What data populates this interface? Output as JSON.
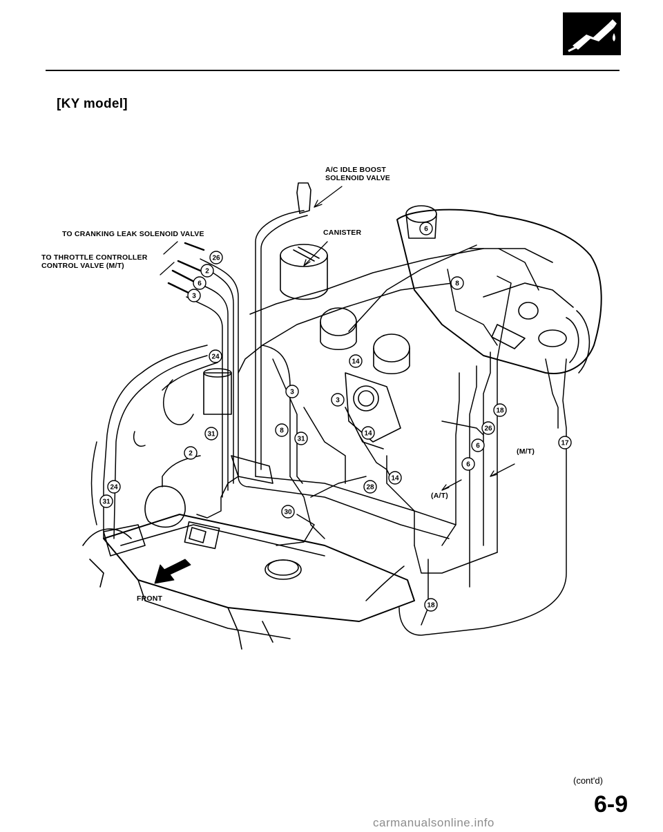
{
  "header": {
    "section_icon": "fuel-nozzle-icon",
    "model_title": "[KY model]"
  },
  "diagram": {
    "labels": {
      "ac_idle_boost_line1": "A/C IDLE BOOST",
      "ac_idle_boost_line2": "SOLENOID VALVE",
      "canister": "CANISTER",
      "cranking_leak": "TO CRANKING LEAK SOLENOID VALVE",
      "throttle_controller_line1": "TO THROTTLE CONTROLLER",
      "throttle_controller_line2": "CONTROL VALVE (M/T)",
      "mt": "(M/T)",
      "at": "(A/T)",
      "front": "FRONT"
    },
    "hose_numbers": [
      {
        "id": "26a",
        "n": "26"
      },
      {
        "id": "2a",
        "n": "2"
      },
      {
        "id": "6a",
        "n": "6"
      },
      {
        "id": "3a",
        "n": "3"
      },
      {
        "id": "6top",
        "n": "6"
      },
      {
        "id": "8a",
        "n": "8"
      },
      {
        "id": "24a",
        "n": "24"
      },
      {
        "id": "14a",
        "n": "14"
      },
      {
        "id": "3b",
        "n": "3"
      },
      {
        "id": "3c",
        "n": "3"
      },
      {
        "id": "18a",
        "n": "18"
      },
      {
        "id": "26b",
        "n": "26"
      },
      {
        "id": "6b",
        "n": "6"
      },
      {
        "id": "17a",
        "n": "17"
      },
      {
        "id": "31a",
        "n": "31"
      },
      {
        "id": "8b",
        "n": "8"
      },
      {
        "id": "31b",
        "n": "31"
      },
      {
        "id": "14b",
        "n": "14"
      },
      {
        "id": "2b",
        "n": "2"
      },
      {
        "id": "6c",
        "n": "6"
      },
      {
        "id": "24b",
        "n": "24"
      },
      {
        "id": "14c",
        "n": "14"
      },
      {
        "id": "28a",
        "n": "28"
      },
      {
        "id": "31c",
        "n": "31"
      },
      {
        "id": "30a",
        "n": "30"
      },
      {
        "id": "18b",
        "n": "18"
      }
    ]
  },
  "footer": {
    "cont_note": "(cont'd)",
    "page_number": "6-9",
    "watermark": "carmanualsonline.info"
  }
}
